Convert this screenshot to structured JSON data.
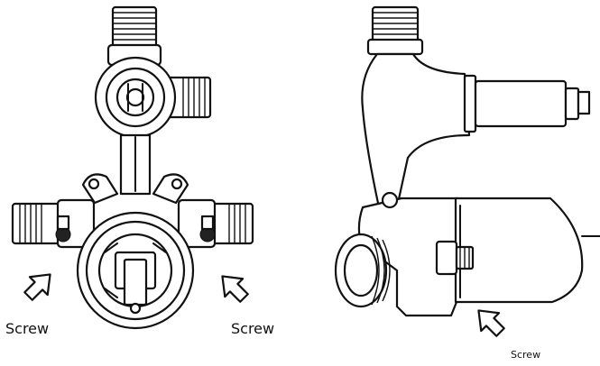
{
  "labels": {
    "screw_left": "Screw",
    "screw_middle": "Screw",
    "screw_right": "Screw"
  },
  "icons": {
    "arrow": "outlined-arrow-icon"
  },
  "colors": {
    "line": "#111111",
    "background": "#ffffff"
  }
}
